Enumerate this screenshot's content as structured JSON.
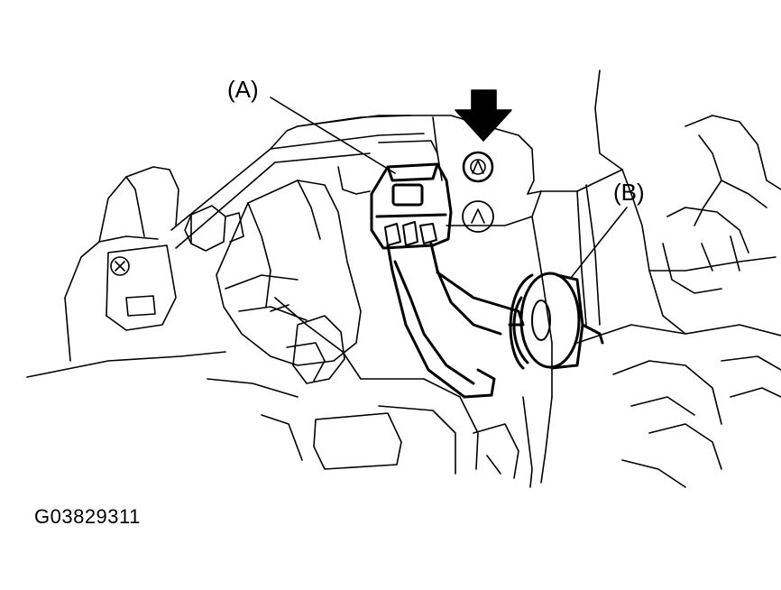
{
  "diagram": {
    "callouts": {
      "a": "(A)",
      "b": "(B)"
    },
    "figure_code": "G03829311",
    "colors": {
      "ink": "#000000",
      "paper": "#ffffff"
    },
    "icons": {
      "pointer": "down-arrow-icon"
    }
  }
}
